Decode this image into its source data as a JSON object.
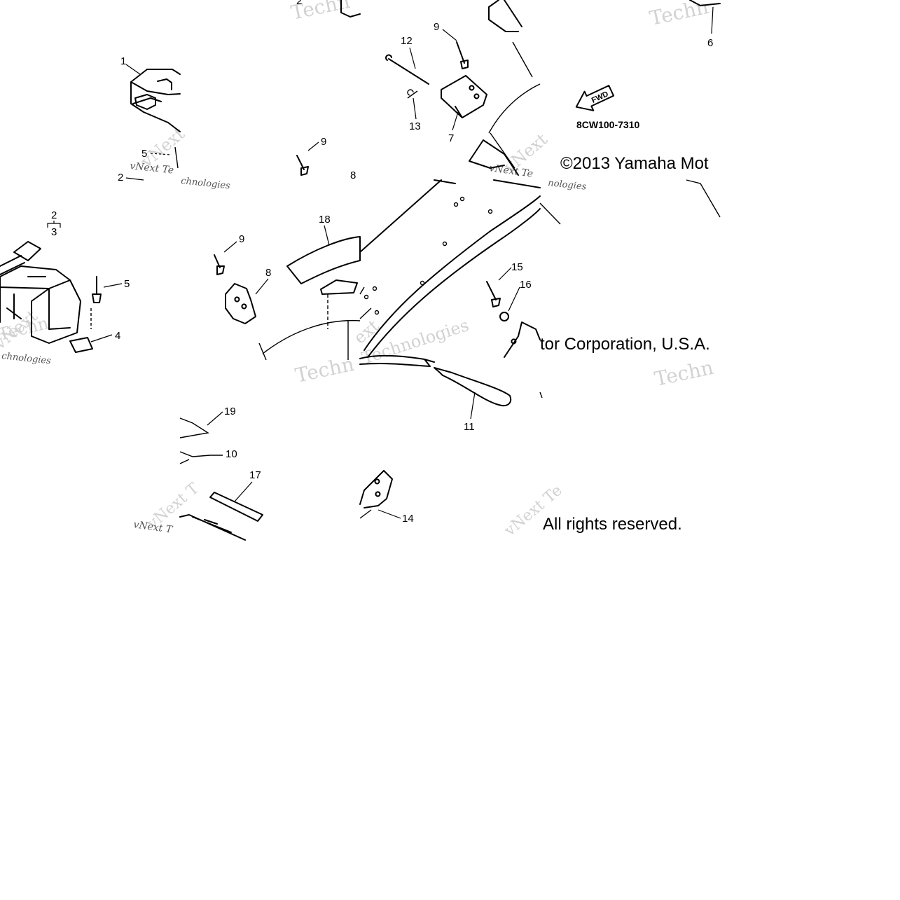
{
  "diagram": {
    "part_code": "8CW100-7310",
    "fwd_label": "FWD",
    "copyright": {
      "line1": "©2013 Yamaha Mot",
      "line2": "tor Corporation, U.S.A.",
      "line3": "All rights reserved."
    },
    "watermarks": {
      "w1": "Techn",
      "w2": "Techn",
      "w3": "vNext Te",
      "w4": "chnologies",
      "w5": "vNext Te",
      "w6": "nologies",
      "w7": "Techn",
      "w8": "Techn",
      "w9": "vNext",
      "w10": "Technologies",
      "w11": "vNext",
      "w12": "chnologies",
      "w13": "vNext",
      "w14": "Techn",
      "w15": "vNext T",
      "w16": "vNext T",
      "w17": "vNext Te",
      "w18": "ext"
    },
    "callouts": {
      "c1": "1",
      "c2a": "2",
      "c2b": "2",
      "c2c": "2",
      "c3": "3",
      "c4": "4",
      "c5a": "5",
      "c5b": "5",
      "c6": "6",
      "c7": "7",
      "c8a": "8",
      "c8b": "8",
      "c9a": "9",
      "c9b": "9",
      "c9c": "9",
      "c10": "10",
      "c11": "11",
      "c12": "12",
      "c13": "13",
      "c14": "14",
      "c15": "15",
      "c16": "16",
      "c17": "17",
      "c18": "18",
      "c19": "19"
    }
  }
}
